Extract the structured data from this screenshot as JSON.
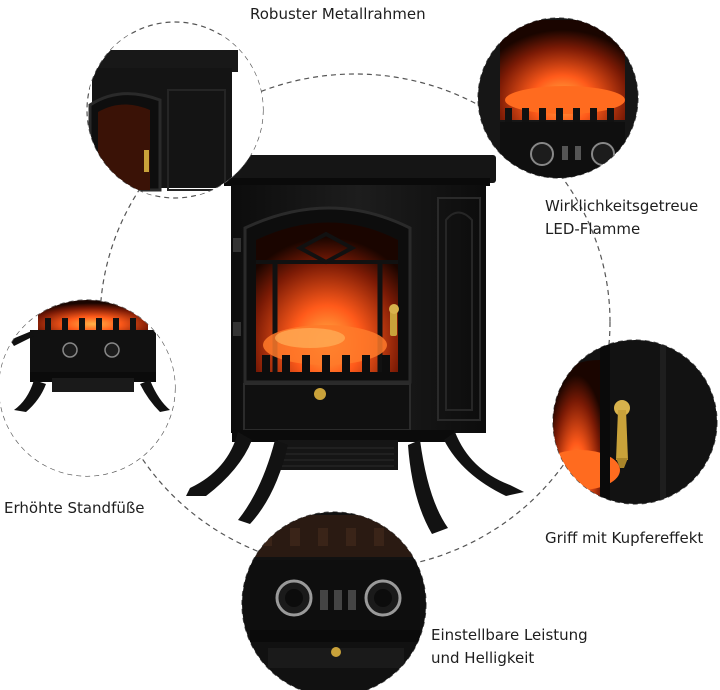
{
  "labels": {
    "frame": "Robuster Metallrahmen",
    "flame_line1": "Wirklichkeitsgetreue",
    "flame_line2": "LED-Flamme",
    "legs": "Erhöhte Standfüße",
    "handle": "Griff mit Kupfereffekt",
    "controls_line1": "Einstellbare Leistung",
    "controls_line2": "und Helligkeit"
  },
  "colors": {
    "body": "#141414",
    "flame": "#ff5a1a",
    "brass": "#c9a23a"
  }
}
